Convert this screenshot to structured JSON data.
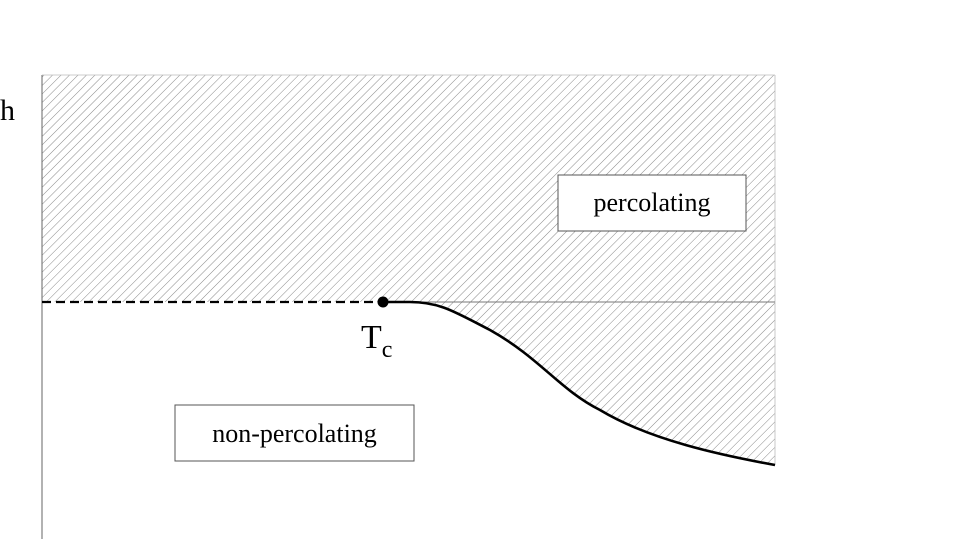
{
  "diagram": {
    "axis_label_h": "h",
    "critical_point_label": "T",
    "critical_point_subscript": "c",
    "region_upper_label": "percolating",
    "region_lower_label": "non-percolating"
  },
  "colors": {
    "line": "#000000",
    "hatch": "#888888",
    "axis": "#666666",
    "box_border": "#555555",
    "background": "#ffffff"
  }
}
